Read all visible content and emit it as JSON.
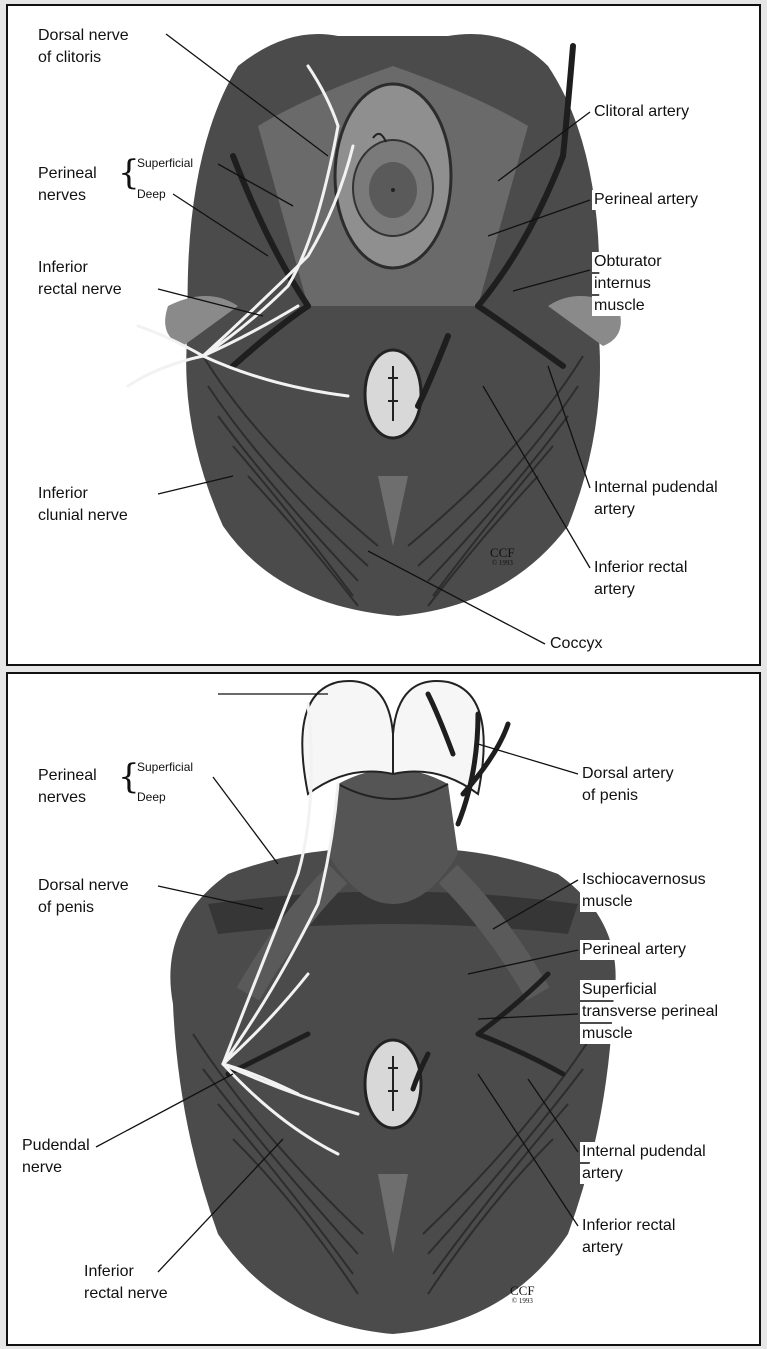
{
  "top_figure": {
    "labels": {
      "dorsal_nerve_clitoris": [
        "Dorsal nerve",
        "of clitoris"
      ],
      "perineal_nerves": [
        "Perineal",
        "nerves"
      ],
      "superficial": "Superficial",
      "deep": "Deep",
      "inferior_rectal_nerve": [
        "Inferior",
        "rectal nerve"
      ],
      "inferior_clunial_nerve": [
        "Inferior",
        "clunial nerve"
      ],
      "clitoral_artery": "Clitoral artery",
      "perineal_artery": "Perineal artery",
      "obturator_internus": [
        "Obturator",
        "internus",
        "muscle"
      ],
      "internal_pudendal_artery": [
        "Internal pudendal",
        "artery"
      ],
      "inferior_rectal_artery": [
        "Inferior rectal",
        "artery"
      ],
      "coccyx": "Coccyx"
    },
    "credit": {
      "text": "CCF",
      "year": "© 1993"
    }
  },
  "bottom_figure": {
    "labels": {
      "perineal_nerves": [
        "Perineal",
        "nerves"
      ],
      "superficial": "Superficial",
      "deep": "Deep",
      "dorsal_nerve_penis": [
        "Dorsal nerve",
        "of penis"
      ],
      "pudendal_nerve": [
        "Pudendal",
        "nerve"
      ],
      "inferior_rectal_nerve": [
        "Inferior",
        "rectal nerve"
      ],
      "dorsal_artery_penis": [
        "Dorsal artery",
        "of penis"
      ],
      "ischiocavernosus": [
        "Ischiocavernosus",
        "muscle"
      ],
      "perineal_artery": "Perineal artery",
      "superficial_transverse_perineal": [
        "Superficial",
        "transverse perineal",
        "muscle"
      ],
      "internal_pudendal_artery": [
        "Internal pudendal",
        "artery"
      ],
      "inferior_rectal_artery": [
        "Inferior rectal",
        "artery"
      ]
    },
    "credit": {
      "text": "CCF",
      "year": "© 1993"
    }
  }
}
